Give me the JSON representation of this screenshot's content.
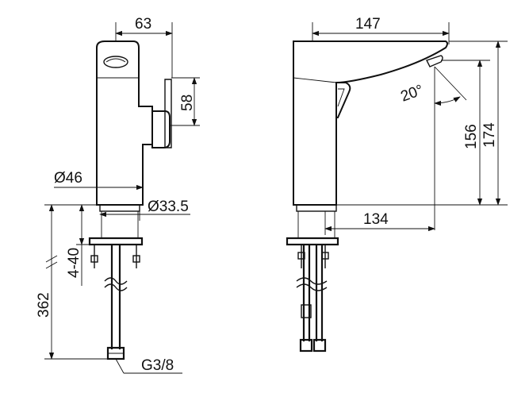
{
  "drawing": {
    "colors": {
      "line": "#111111",
      "background": "#ffffff"
    },
    "front_view": {
      "dim_width_top": "63",
      "dim_lever_height": "58",
      "dim_body_diameter": "Ø46",
      "dim_base_diameter": "Ø33.5",
      "dim_deck_thickness": "4-40",
      "dim_hose_length": "362",
      "dim_connection": "G3/8"
    },
    "side_view": {
      "dim_spout_reach": "147",
      "dim_lever_angle": "20°",
      "dim_outlet_height": "156",
      "dim_total_height": "174",
      "dim_base_to_outlet": "134"
    }
  }
}
